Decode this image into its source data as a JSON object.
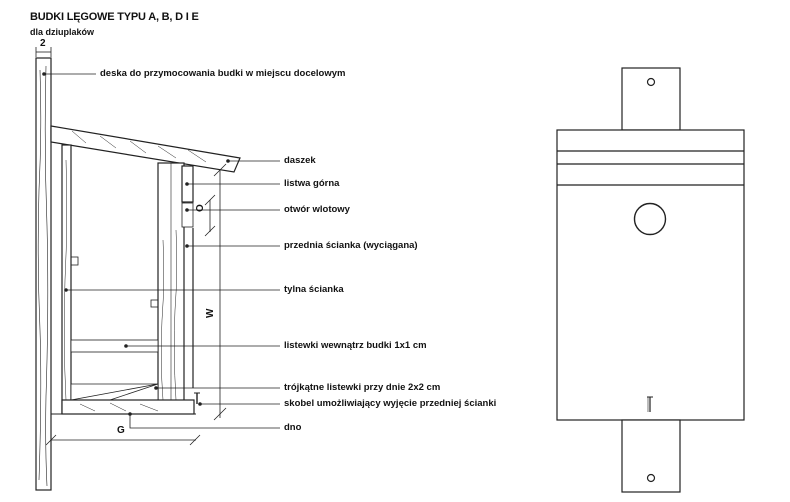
{
  "title": "BUDKI LĘGOWE TYPU A, B, D I E",
  "subtitle": "dla dziuplaków",
  "dimensions": {
    "board_width": "2",
    "o": "O",
    "w": "W",
    "g": "G"
  },
  "labels": {
    "mounting_board": "deska do przymocowania budki w miejscu docelowym",
    "roof": "daszek",
    "top_strip": "listwa górna",
    "entrance_hole": "otwór wlotowy",
    "front_wall": "przednia ścianka (wyciągana)",
    "back_wall": "tylna ścianka",
    "inner_strips": "listewki wewnątrz budki 1x1 cm",
    "triangular_strips": "trójkątne listewki przy dnie 2x2 cm",
    "clip": "skobel umożliwiający wyjęcie przedniej ścianki",
    "bottom": "dno"
  }
}
